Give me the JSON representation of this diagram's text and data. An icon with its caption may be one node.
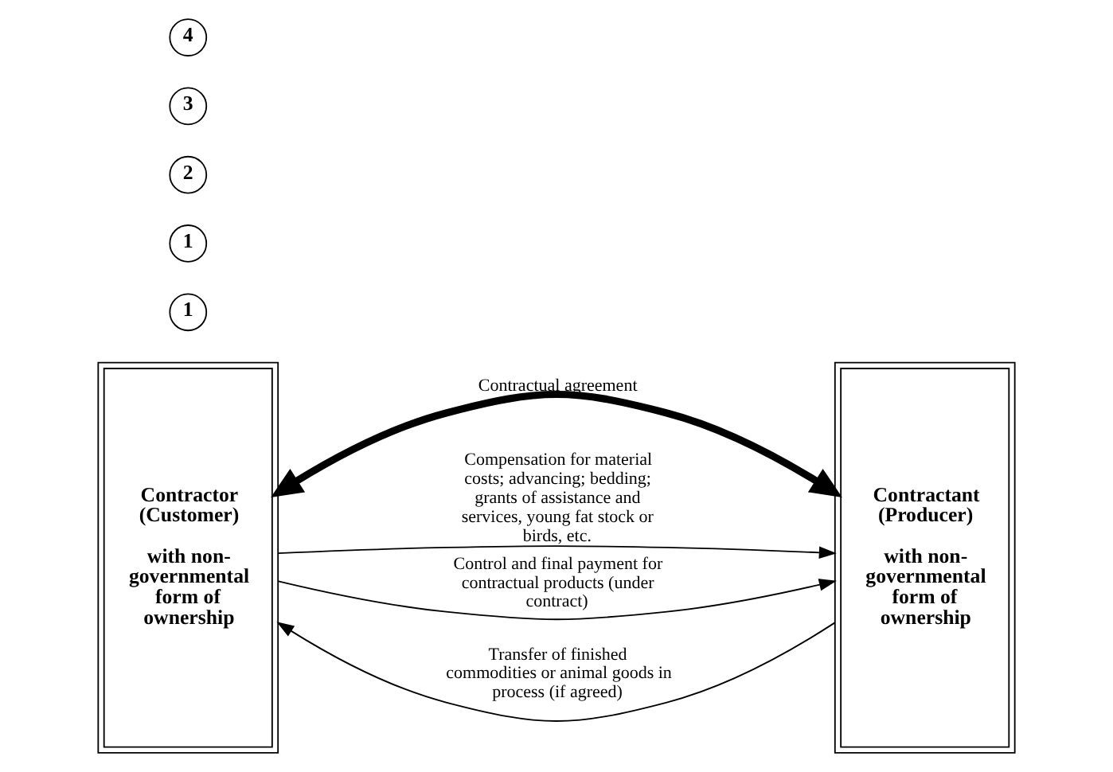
{
  "diagram": {
    "nodes": [
      {
        "text": [
          "Contractor (Customer)",
          "with non-governmental form of ownership"
        ]
      },
      {
        "text": [
          "Contractant (Producer)",
          "with non-governmental form of ownership"
        ]
      },
      {
        "text": [
          "1"
        ]
      },
      {
        "text": [
          "1"
        ]
      },
      {
        "text": [
          "2"
        ]
      },
      {
        "text": [
          "3"
        ]
      },
      {
        "text": [
          "4"
        ]
      }
    ],
    "edges": [
      {
        "from": 0,
        "to": 1,
        "arrow": "both",
        "label": "Contractual agreement",
        "style": "thick"
      },
      {
        "from": 0,
        "to": 1,
        "arrow": "to",
        "label": "Compensation for material costs; advancing; bedding; grants of assistance and services, young fat stock or birds, etc."
      },
      {
        "from": 1,
        "to": 0,
        "arrow": "to",
        "label": "Transfer of finished commodities or animal goods in process (if agreed)"
      },
      {
        "from": 0,
        "to": 1,
        "arrow": "to",
        "label": "Control and final payment for contractual products (under contract)"
      }
    ]
  }
}
